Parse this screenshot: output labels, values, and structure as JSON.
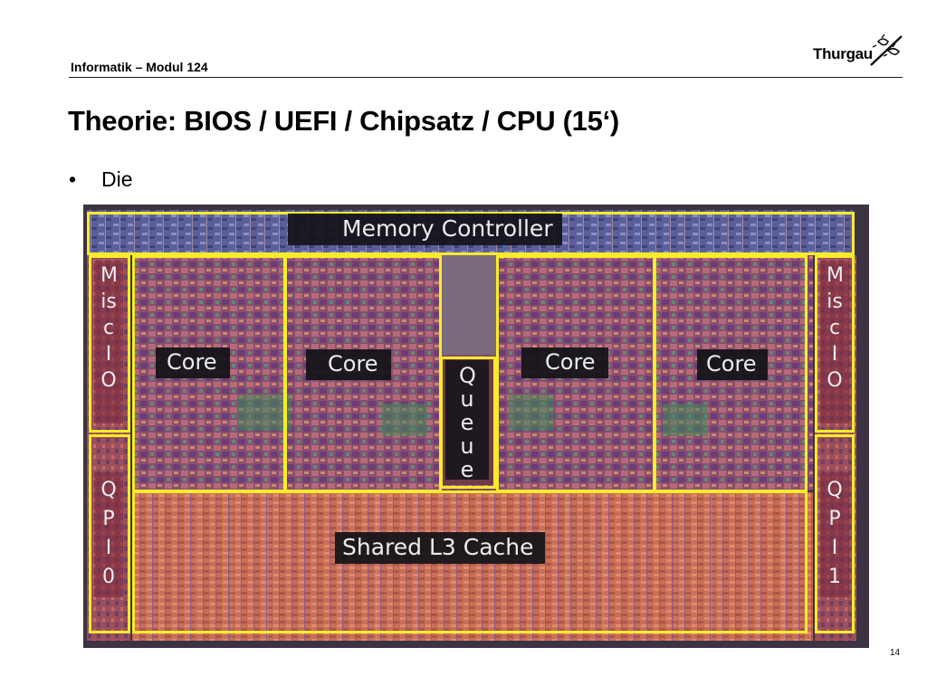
{
  "slide": {
    "course": "Informatik – Modul 124",
    "logo_text": "Thurgau",
    "title": "Theorie: BIOS / UEFI / Chipsatz / CPU (15‘)",
    "bullets": [
      "Die"
    ],
    "page_number": "14"
  },
  "die": {
    "memory_controller": "Memory Controller",
    "cores": [
      "Core",
      "Core",
      "Core",
      "Core"
    ],
    "queue": "Queue",
    "misc_io_left": "MiscIO",
    "misc_io_right": "MiscIO",
    "qpi_left": "QPI0",
    "qpi_right": "QPI1",
    "l3_cache": "Shared L3 Cache"
  },
  "colors": {
    "outline": "#f6ec2a",
    "label_bg": "#121218"
  }
}
